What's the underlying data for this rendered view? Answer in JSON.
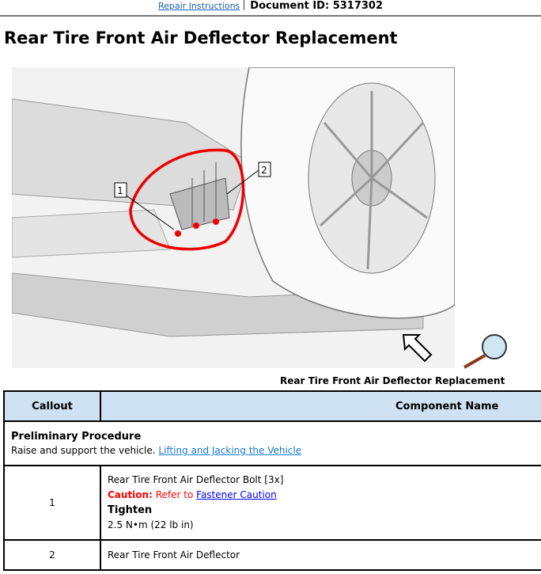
{
  "topbar": {
    "link": "Repair Instructions",
    "doc_id": "Document ID: 5317302"
  },
  "title": "Rear Tire Front Air Deflector Replacement",
  "figure": {
    "callouts": [
      "1",
      "2"
    ],
    "caption": "Rear Tire Front Air Deflector Replacement",
    "icons": [
      "arrow-icon",
      "magnifier-icon"
    ]
  },
  "table": {
    "headers": [
      "Callout",
      "Component Name"
    ],
    "preliminary": {
      "heading": "Preliminary Procedure",
      "text": "Raise and support the vehicle.",
      "link": "Lifting and Jacking the Vehicle"
    },
    "rows": [
      {
        "callout": "1",
        "name": "Rear Tire Front Air Deflector Bolt [3x]",
        "caution_label": "Caution:",
        "caution_text": "Refer to",
        "caution_link": "Fastener Caution",
        "tighten": "Tighten",
        "torque": "2.5 N•m (22 lb in)"
      },
      {
        "callout": "2",
        "name": "Rear Tire Front Air Deflector"
      }
    ]
  },
  "colors": {
    "header_bg": "#cfe2f3",
    "caution": "#ff0000",
    "link": "#1a7ad4"
  }
}
